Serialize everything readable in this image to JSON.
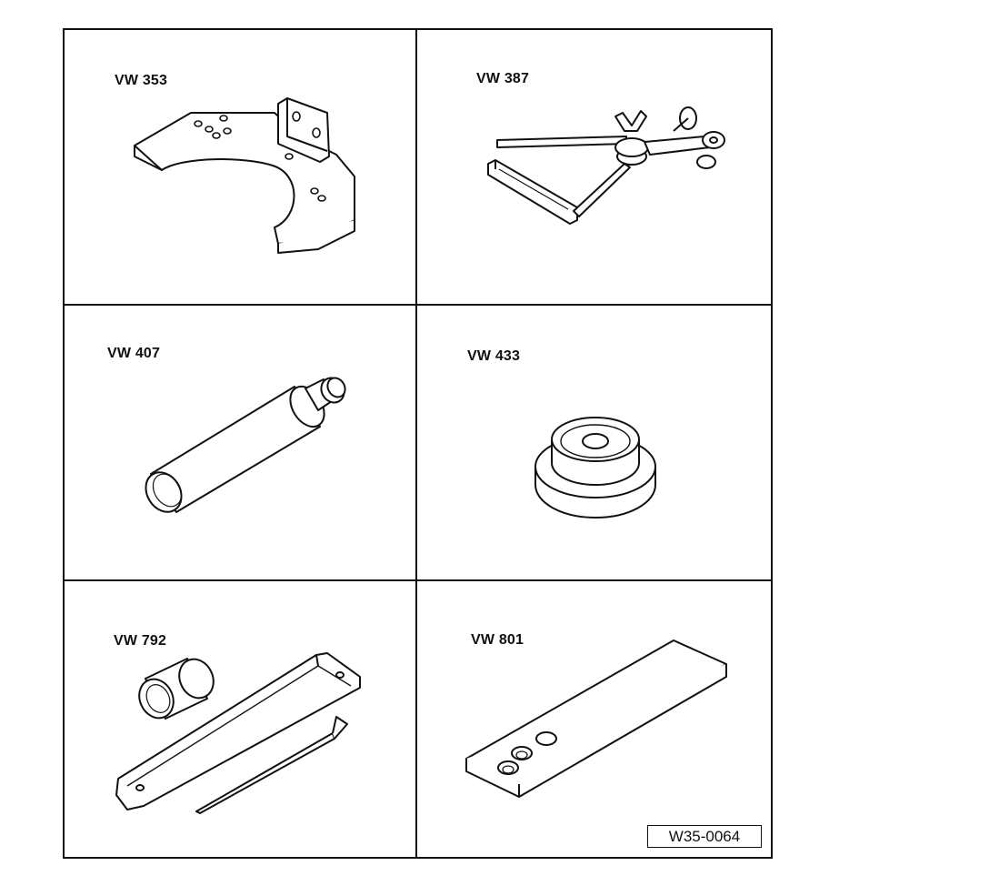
{
  "figure": {
    "code": "W35-0064",
    "tools": [
      {
        "label": "VW 353",
        "icon": "mounting-bracket-icon"
      },
      {
        "label": "VW 387",
        "icon": "dial-gauge-holder-icon"
      },
      {
        "label": "VW 407",
        "icon": "drift-punch-icon"
      },
      {
        "label": "VW 433",
        "icon": "thrust-piece-icon"
      },
      {
        "label": "VW 792",
        "icon": "bushing-puller-icon"
      },
      {
        "label": "VW 801",
        "icon": "support-plate-icon"
      }
    ]
  }
}
